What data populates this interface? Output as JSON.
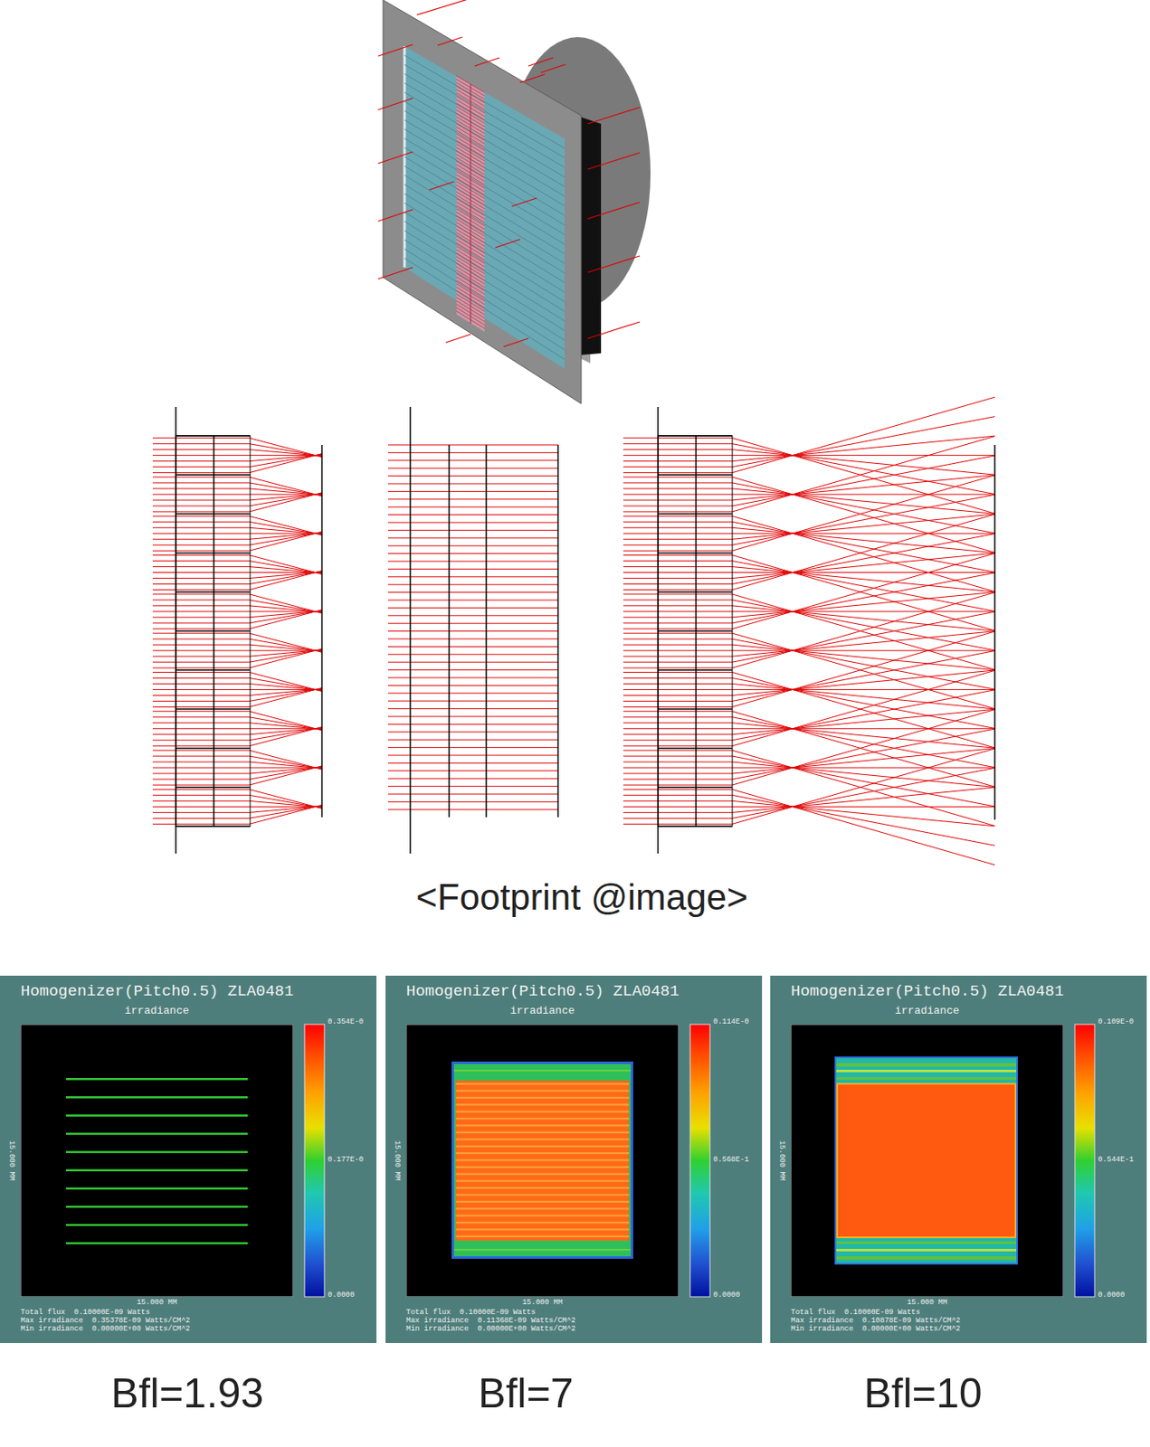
{
  "diagram": {
    "nodes": [
      {
        "text": [
          "Homogenizer(Pitch0.5) ZLA0481",
          "irradiance",
          "0.354E-0",
          "0.177E-0",
          "0.0000",
          "15.000 MM",
          "15.000 MM",
          "Total flux  0.10000E-09 Watts",
          "Max irradiance  0.35378E-09 Watts/CM^2",
          "Min irradiance  0.00000E+00 Watts/CM^2"
        ]
      },
      {
        "text": [
          "Homogenizer(Pitch0.5) ZLA0481",
          "irradiance",
          "0.114E-0",
          "0.568E-1",
          "0.0000",
          "15.000 MM",
          "15.000 MM",
          "Total flux  0.10000E-09 Watts",
          "Max irradiance  0.11368E-09 Watts/CM^2",
          "Min irradiance  0.00000E+00 Watts/CM^2"
        ]
      },
      {
        "text": [
          "Homogenizer(Pitch0.5) ZLA0481",
          "irradiance",
          "0.109E-0",
          "0.544E-1",
          "0.0000",
          "15.000 MM",
          "15.000 MM",
          "Total flux  0.10000E-09 Watts",
          "Max irradiance  0.10878E-09 Watts/CM^2",
          "Min irradiance  0.00000E+00 Watts/CM^2"
        ]
      }
    ],
    "labels": [
      "<Footprint @image>",
      "Bfl=1.93",
      "Bfl=7",
      "Bfl=10"
    ]
  }
}
